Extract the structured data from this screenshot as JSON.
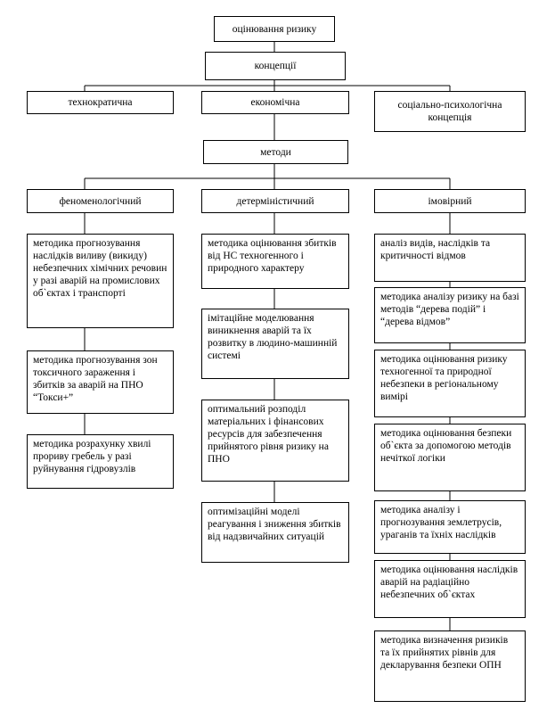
{
  "root": "оцінювання ризику",
  "concepts_header": "концепції",
  "concepts": [
    "технократична",
    "економічна",
    "соціально-психологічна концепція"
  ],
  "methods_header": "методи",
  "methods": [
    "феноменологічний",
    "детерміністичний",
    "імовірний"
  ],
  "phenomenological": [
    "методика прогнозування наслідків виливу (викиду) небезпечних хімічних речовин у разі аварій на промислових об`єктах і транспорті",
    "методика прогнозування зон токсичного зараження і збитків за аварій на ПНО “Токси+”",
    "методика розрахунку хвилі прориву гребель у разі руйнування гідровузлів"
  ],
  "deterministic": [
    "методика оцінювання збитків від НС техногенного і природного характеру",
    "імітаційне моделювання виникнення аварій та їх розвитку в людино-машинній системі",
    "оптимальний розподіл матеріальних і фінансових ресурсів для забезпечення прийнятого рівня ризику на ПНО",
    "оптимізаційні моделі реагування і зниження збитків від надзвичайних ситуацій"
  ],
  "probabilistic": [
    "аналіз видів, наслідків та критичності відмов",
    "методика аналізу ризику на базі методів “дерева подій” і “дерева відмов”",
    "методика оцінювання ризику техногенної та природної небезпеки в регіональному вимірі",
    "методика оцінювання безпеки об`єкта за допомогою методів нечіткої логіки",
    "методика аналізу і прогнозування землетрусів, ураганів та їхніх наслідків",
    "методика оцінювання наслідків аварій на радіаційно небезпечних об`єктах",
    "методика визначення ризиків та їх прийнятих рівнів для декларування безпеки ОПН"
  ]
}
